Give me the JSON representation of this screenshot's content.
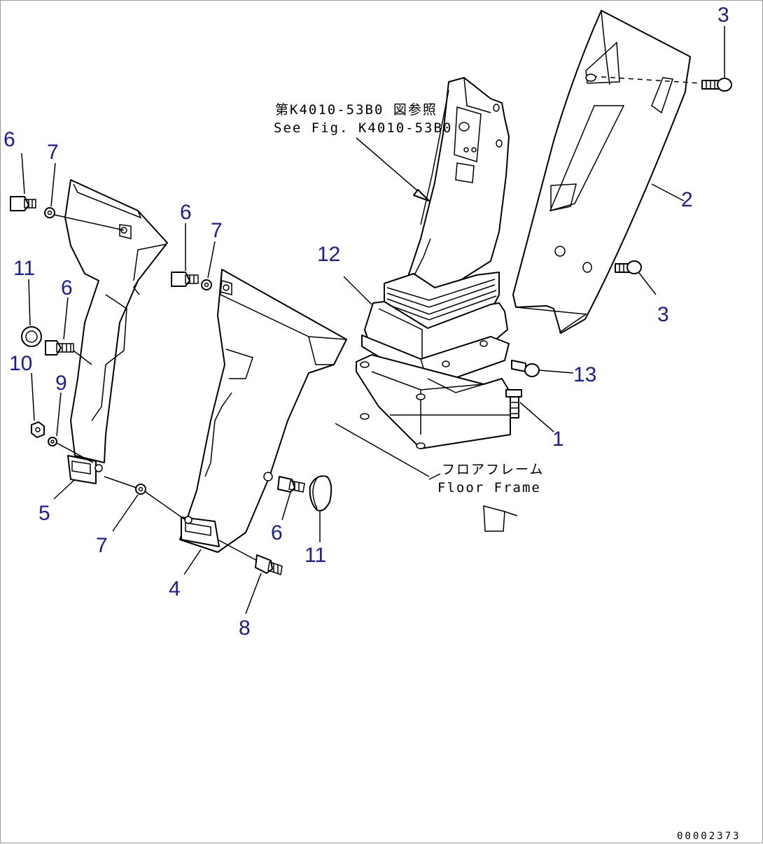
{
  "diagram": {
    "callouts": [
      "1",
      "2",
      "3",
      "3",
      "4",
      "5",
      "6",
      "6",
      "6",
      "6",
      "7",
      "7",
      "7",
      "8",
      "9",
      "10",
      "11",
      "11",
      "12",
      "13"
    ],
    "reference_note": {
      "line_jp": "第K4010-53B0 図参照",
      "line_en": "See Fig. K4010-53B0"
    },
    "floor_note": {
      "line_jp": "フロアフレーム",
      "line_en": "Floor Frame"
    },
    "document_id": "00002373"
  }
}
